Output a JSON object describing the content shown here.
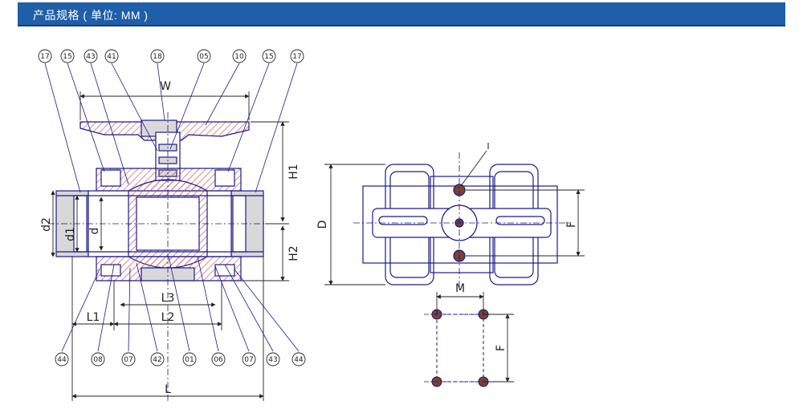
{
  "header": {
    "title": "产品规格 ( 单位: MM )"
  },
  "colors": {
    "header_bg": "#1f5ea8",
    "line": "#1a1a8a",
    "hatch": "#d05a5a",
    "fill_grey": "#d8d8d8",
    "hole": "#7a4030"
  },
  "callouts_top": [
    "17",
    "15",
    "43",
    "41",
    "18",
    "05",
    "10",
    "15",
    "17"
  ],
  "callouts_bottom": [
    "44",
    "08",
    "07",
    "42",
    "01",
    "06",
    "07",
    "43",
    "44"
  ],
  "dimensions": {
    "w": "W",
    "h1": "H1",
    "h2": "H2",
    "d2": "d2",
    "d1": "d1",
    "d": "d",
    "l1": "L1",
    "l2": "L2",
    "l3": "L3",
    "l": "L",
    "D": "D",
    "f": "F",
    "m": "M",
    "i": "I"
  }
}
